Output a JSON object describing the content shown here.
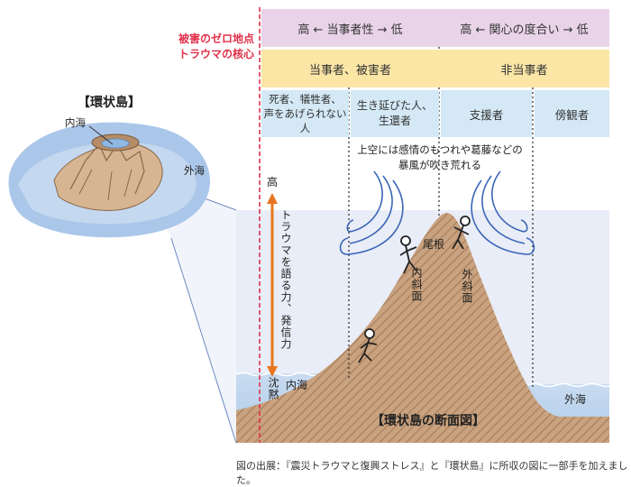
{
  "zero_point": {
    "line1": "被害のゼロ地点",
    "line2": "トラウマの核心"
  },
  "header": {
    "axis_left": "高 ← 当事者性 → 低",
    "axis_right": "高 ← 関心の度合い → 低",
    "group_left": "当事者、被害者",
    "group_right": "非当事者",
    "categories": [
      {
        "line1": "死者、犠牲者、",
        "line2": "声をあげられない人"
      },
      {
        "line1": "生き延びた人、",
        "line2": "生還者"
      },
      {
        "line1": "支援者",
        "line2": ""
      },
      {
        "line1": "傍観者",
        "line2": ""
      }
    ]
  },
  "island": {
    "title": "【環状島】",
    "inner_sea": "内海",
    "outer_sea": "外海"
  },
  "section": {
    "storm_line1": "上空には感情のもつれや葛藤などの",
    "storm_line2": "暴風が吹き荒れる",
    "axis_high": "高",
    "axis_label": "トラウマを語る力、発信力",
    "axis_low": "沈黙",
    "ridge": "尾根",
    "inner_slope": "内斜面",
    "outer_slope": "外斜面",
    "inner_sea": "内海",
    "outer_sea": "外海",
    "title": "【環状島の断面図】"
  },
  "colors": {
    "zero_red": "#e0304a",
    "axis_band": "#e8d3e8",
    "group_band": "#fbe6a6",
    "category_band": "#d4e8f5",
    "section_bg": "#e8ecf6",
    "sea": "#c5d8ef",
    "mountain": "#c8a382",
    "arrow_orange": "#e8761e",
    "wind_blue": "#3a66b8"
  },
  "caption": "図の出展：『震災トラウマと復興ストレス』と『環状島』に所収の図に一部手を加えました。"
}
